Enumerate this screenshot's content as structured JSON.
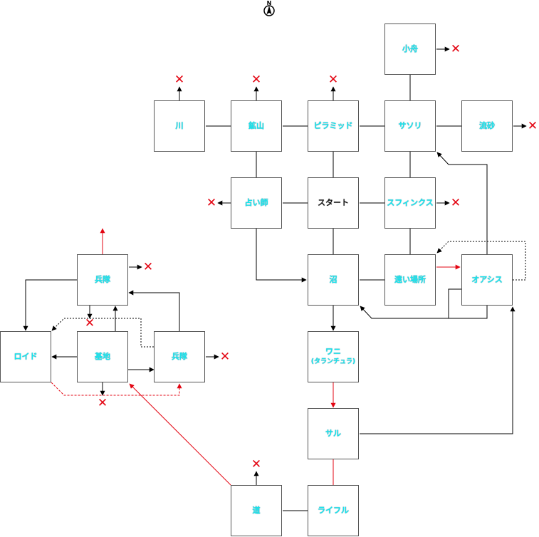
{
  "colors": {
    "label": "#11e6ee",
    "start_label": "#111111",
    "arrow_red": "#e30613",
    "line": "#000000"
  },
  "compass": {
    "letter": "N",
    "icon": "compass-north-icon"
  },
  "rooms": {
    "kobune": "小舟",
    "kawa": "川",
    "kouzan": "鉱山",
    "pyramid": "ピラミッド",
    "sasori": "サソリ",
    "ryusa": "流砂",
    "uranaishi": "占い師",
    "start": "スタート",
    "sphinx": "スフィンクス",
    "heitai_n": "兵隊",
    "numa": "沼",
    "tooibasho": "遠い場所",
    "oasis": "オアシス",
    "android": "ロイド",
    "kichi": "基地",
    "heitai_e": "兵隊",
    "wani": "ワニ",
    "wani_sub": "(タランチュラ)",
    "saru": "サル",
    "michi": "道",
    "rifle": "ライフル"
  },
  "dead_end_mark": "✕"
}
